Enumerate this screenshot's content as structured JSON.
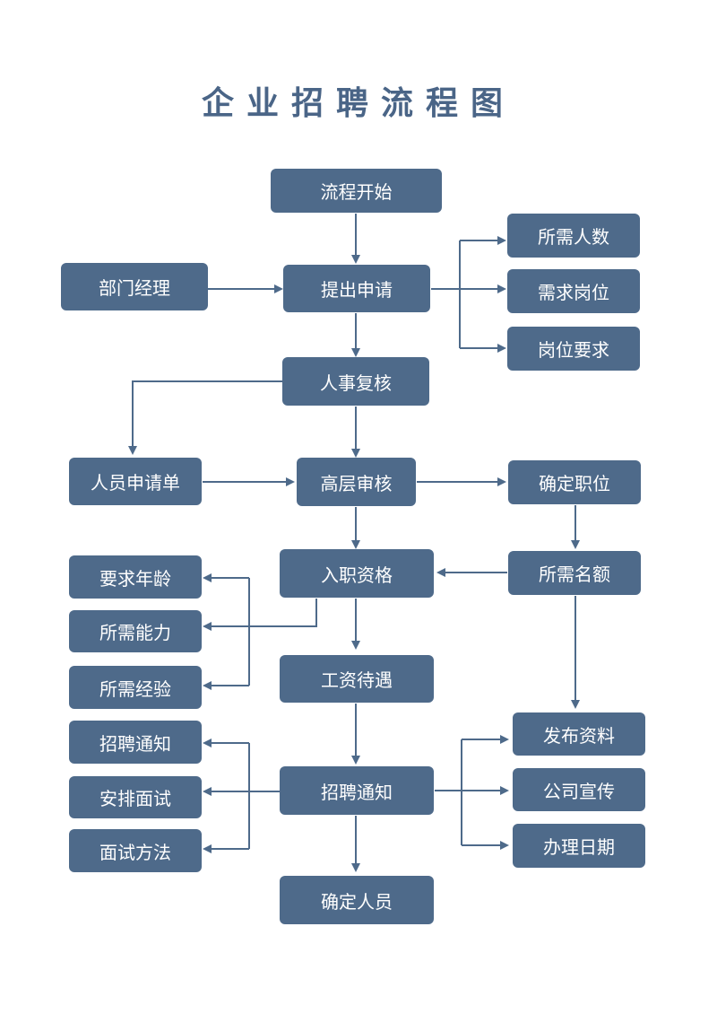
{
  "title": "企业招聘流程图",
  "colors": {
    "box": "#4e6a8a",
    "line": "#4e6a8a",
    "title": "#4a6587"
  },
  "nodes": {
    "start": "流程开始",
    "manager": "部门经理",
    "apply": "提出申请",
    "headcount_needed": "所需人数",
    "position_needed": "需求岗位",
    "position_req": "岗位要求",
    "hr_review": "人事复核",
    "staff_form": "人员申请单",
    "senior_review": "高层审核",
    "confirm_position": "确定职位",
    "qualification": "入职资格",
    "quota": "所需名额",
    "age_req": "要求年龄",
    "ability": "所需能力",
    "experience": "所需经验",
    "salary": "工资待遇",
    "notice_left": "招聘通知",
    "interview_arrange": "安排面试",
    "interview_method": "面试方法",
    "notice": "招聘通知",
    "publish": "发布资料",
    "promo": "公司宣传",
    "dates": "办理日期",
    "confirm": "确定人员"
  }
}
